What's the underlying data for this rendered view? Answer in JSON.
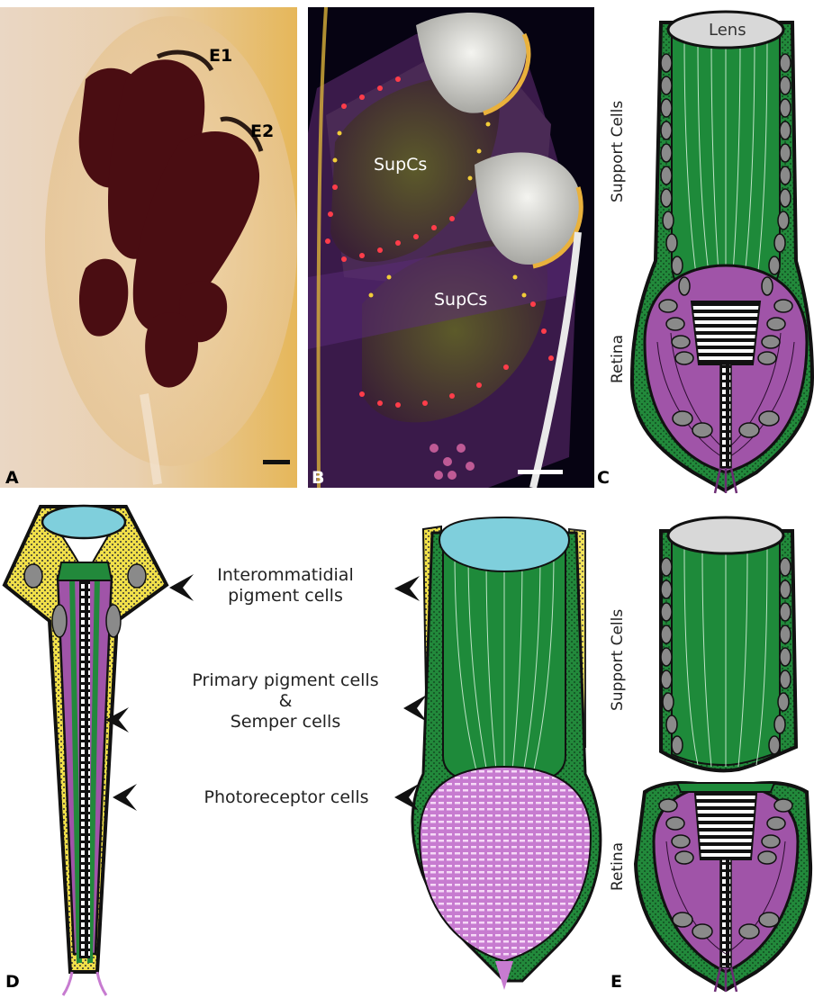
{
  "panels": {
    "a": {
      "label": "A",
      "eye1": "E1",
      "eye2": "E2"
    },
    "b": {
      "label": "B",
      "supcs_upper": "SupCs",
      "supcs_lower": "SupCs"
    },
    "c": {
      "label": "C",
      "lens": "Lens",
      "support_cells": "Support Cells",
      "retina": "Retina"
    },
    "d": {
      "label": "D"
    },
    "e": {
      "label": "E",
      "support_cells": "Support Cells",
      "retina": "Retina"
    }
  },
  "annotations": {
    "interommatidial_line1": "Interommatidial",
    "interommatidial_line2": "pigment cells",
    "primary_line1": "Primary pigment cells",
    "primary_line2": "&",
    "primary_line3": "Semper cells",
    "photoreceptor": "Photoreceptor cells"
  },
  "colors": {
    "support_green": "#1e8a3a",
    "retina_purple": "#a054a8",
    "lens_blue": "#7fcfdc",
    "pigment_yellow": "#f1e04a",
    "lens_grey": "#d6d6d6"
  }
}
